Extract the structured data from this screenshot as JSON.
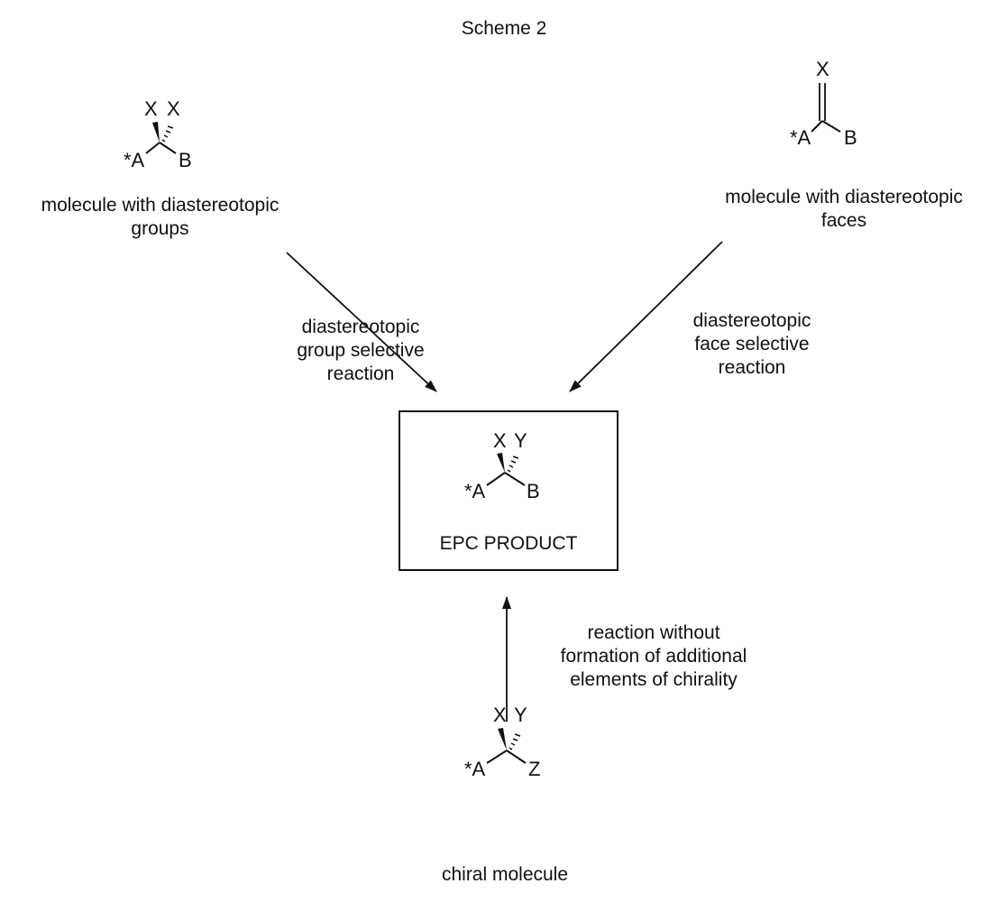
{
  "title": "Scheme 2",
  "top_left": {
    "caption_lines": [
      "molecule with diastereotopic",
      "groups"
    ],
    "atoms": {
      "a": "*A",
      "b": "B",
      "x1": "X",
      "x2": "X"
    }
  },
  "top_right": {
    "caption_lines": [
      "molecule with diastereotopic",
      "faces"
    ],
    "atoms": {
      "a": "*A",
      "b": "B",
      "x": "X"
    }
  },
  "center_box": {
    "atoms": {
      "a": "*A",
      "b": "B",
      "x": "X",
      "y": "Y"
    },
    "label": "EPC PRODUCT"
  },
  "bottom": {
    "atoms": {
      "a": "*A",
      "z": "Z",
      "x": "X",
      "y": "Y"
    },
    "caption": "chiral molecule"
  },
  "arrow_labels": {
    "left": [
      "diastereotopic",
      "group selective",
      "reaction"
    ],
    "right": [
      "diastereotopic",
      "face selective",
      "reaction"
    ],
    "bottom": [
      "reaction without",
      "formation of additional",
      "elements of chirality"
    ]
  }
}
